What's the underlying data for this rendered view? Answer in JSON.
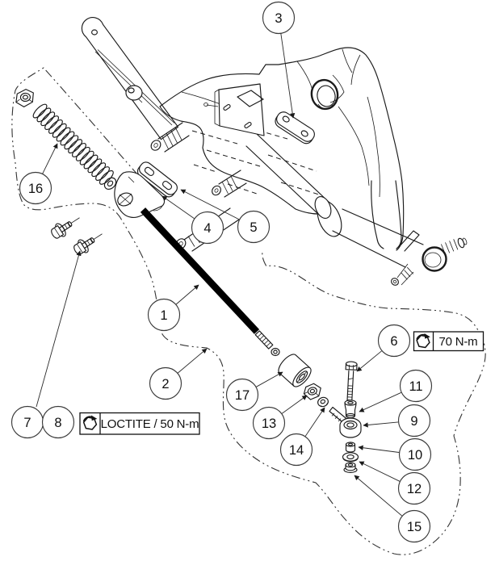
{
  "diagram": {
    "background_color": "#ffffff",
    "line_color": "#1a1a1a",
    "callouts": [
      {
        "number": "1"
      },
      {
        "number": "2"
      },
      {
        "number": "3"
      },
      {
        "number": "4"
      },
      {
        "number": "5"
      },
      {
        "number": "6"
      },
      {
        "number": "7"
      },
      {
        "number": "8"
      },
      {
        "number": "9"
      },
      {
        "number": "10"
      },
      {
        "number": "11"
      },
      {
        "number": "12"
      },
      {
        "number": "13"
      },
      {
        "number": "14"
      },
      {
        "number": "15"
      },
      {
        "number": "16"
      },
      {
        "number": "17"
      }
    ],
    "torque_labels": [
      {
        "icon": "torque-hex-bolt-icon",
        "text": "70 N-m"
      },
      {
        "icon": "torque-hex-bolt-icon",
        "text": "LOCTITE / 50 N-m"
      }
    ]
  }
}
